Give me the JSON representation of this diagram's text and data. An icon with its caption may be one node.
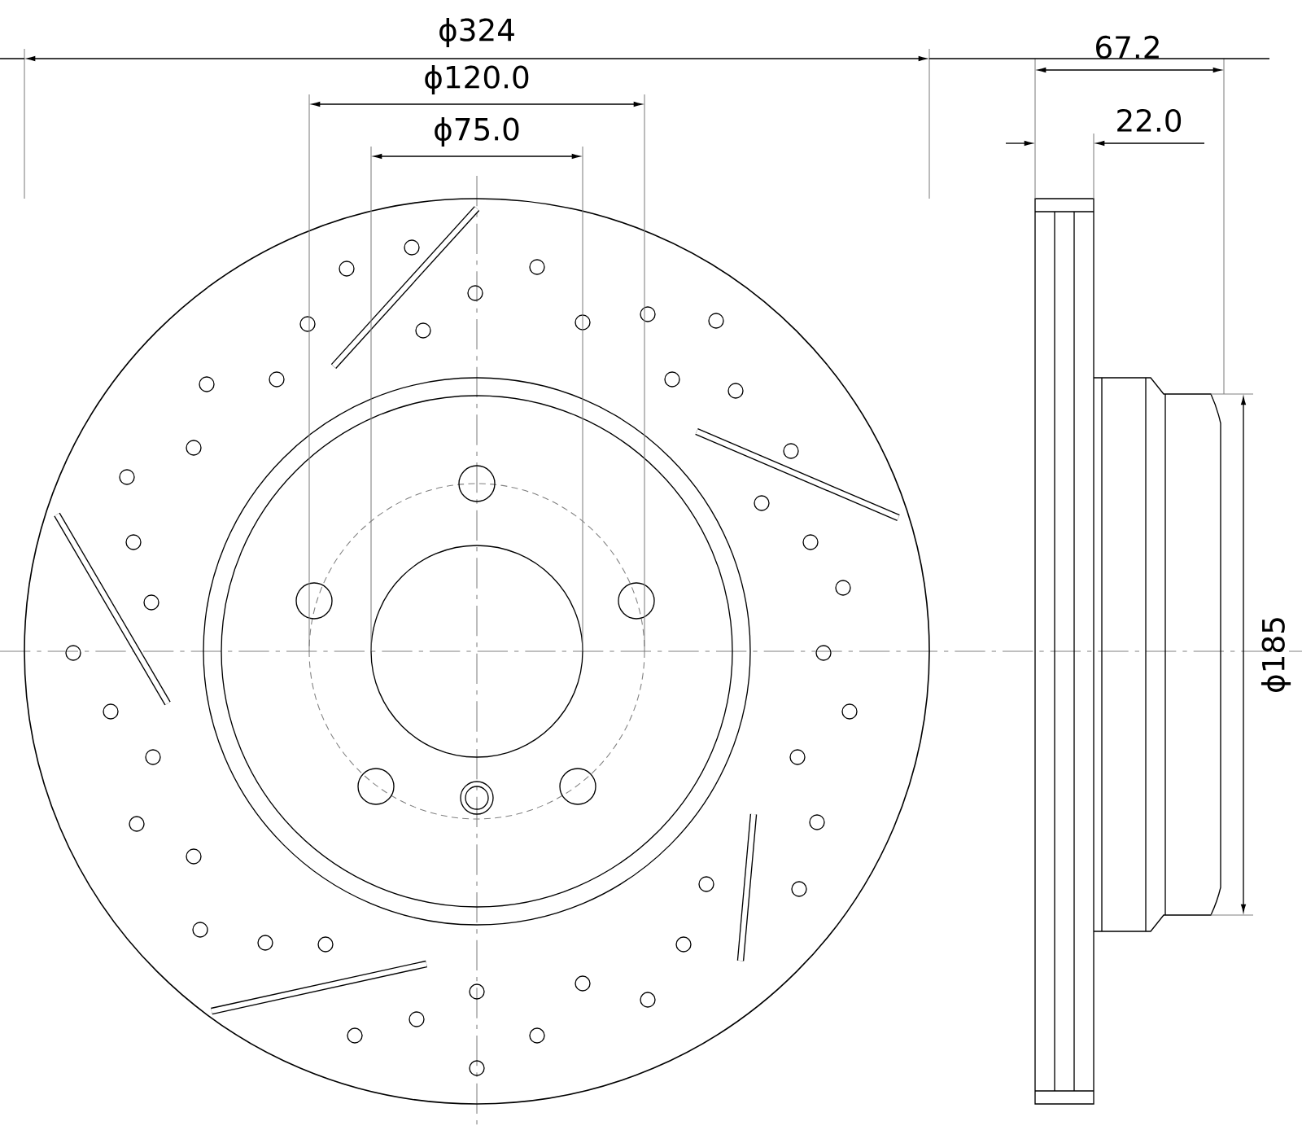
{
  "diagram": {
    "labels": [
      "ϕ324",
      "ϕ120.0",
      "ϕ75.0",
      "67.2",
      "22.0",
      "ϕ185"
    ]
  }
}
